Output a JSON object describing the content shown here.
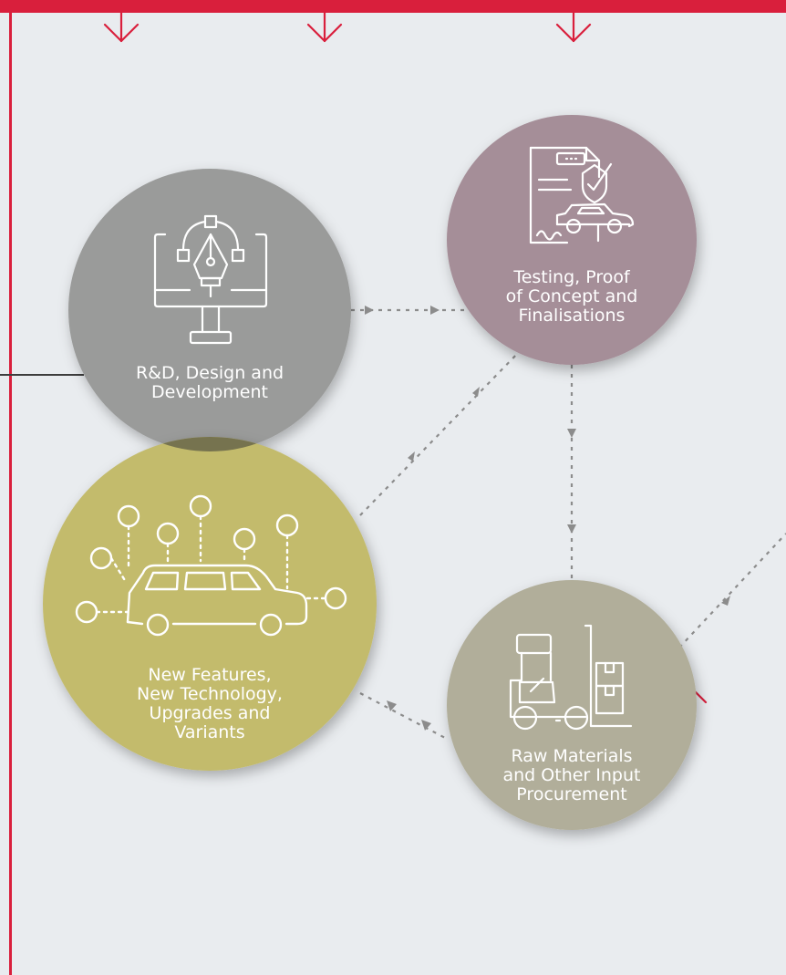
{
  "colors": {
    "background": "#e9ecef",
    "accent_red": "#d91f3c",
    "connector": "#8c8c8c",
    "rd_circle": "#9a9b9a",
    "testing_circle": "#a58e98",
    "features_circle": "#c3bb6c",
    "overlap": "#76734f",
    "raw_circle": "#b1ae9a"
  },
  "nodes": {
    "rd": {
      "icon": "monitor-pen-tool-icon",
      "lines": [
        "R&D, Design and",
        "Development"
      ]
    },
    "testing": {
      "icon": "document-shield-car-icon",
      "lines": [
        "Testing, Proof",
        "of Concept and",
        "Finalisations"
      ]
    },
    "features": {
      "icon": "connected-car-icon",
      "lines": [
        "New Features,",
        "New Technology,",
        "Upgrades and",
        "Variants"
      ]
    },
    "raw": {
      "icon": "forklift-boxes-icon",
      "lines": [
        "Raw Materials",
        "and Other Input",
        "Procurement"
      ]
    }
  },
  "decorations": [
    "arrow-down-icon",
    "arrow-down-icon",
    "arrow-down-icon",
    "arrow-up-icon"
  ]
}
